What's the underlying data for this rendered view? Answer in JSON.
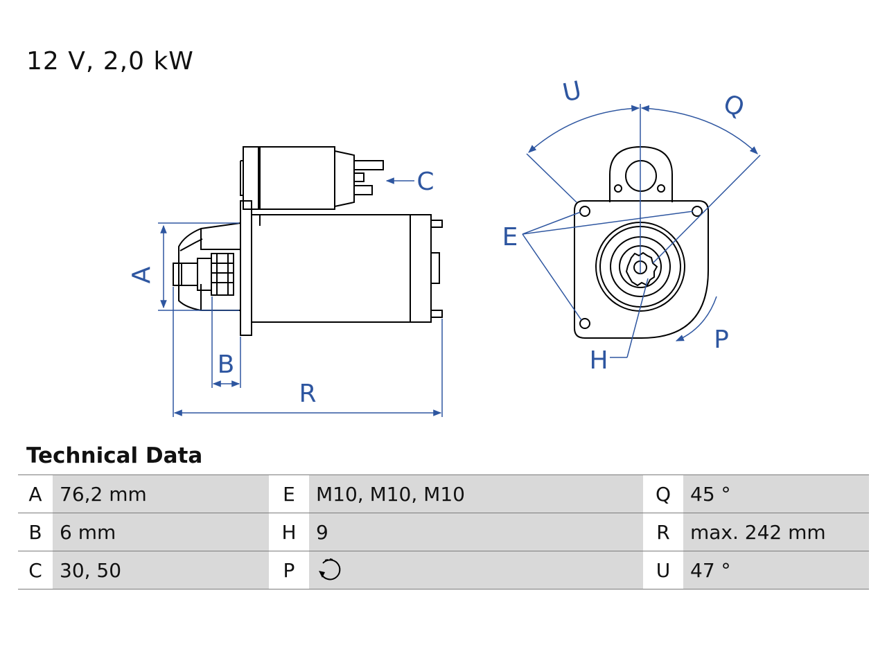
{
  "title": "12 V, 2,0 kW",
  "section_title": "Technical Data",
  "diagram_labels": {
    "A": "A",
    "B": "B",
    "C": "C",
    "E": "E",
    "H": "H",
    "P": "P",
    "Q": "Q",
    "R": "R",
    "U": "U"
  },
  "colors": {
    "line": "#000000",
    "dimension": "#2e56a0",
    "table_shade": "#d9d9d9",
    "table_rule": "#7a7a7a"
  },
  "table": [
    [
      {
        "key": "A",
        "value": "76,2 mm"
      },
      {
        "key": "E",
        "value": "M10, M10, M10"
      },
      {
        "key": "Q",
        "value": "45 °"
      }
    ],
    [
      {
        "key": "B",
        "value": "6 mm"
      },
      {
        "key": "H",
        "value": "9"
      },
      {
        "key": "R",
        "value": "max. 242 mm"
      }
    ],
    [
      {
        "key": "C",
        "value": "30, 50"
      },
      {
        "key": "P",
        "value": "",
        "icon": "clockwise-rotation-icon"
      },
      {
        "key": "U",
        "value": "47 °"
      }
    ]
  ]
}
